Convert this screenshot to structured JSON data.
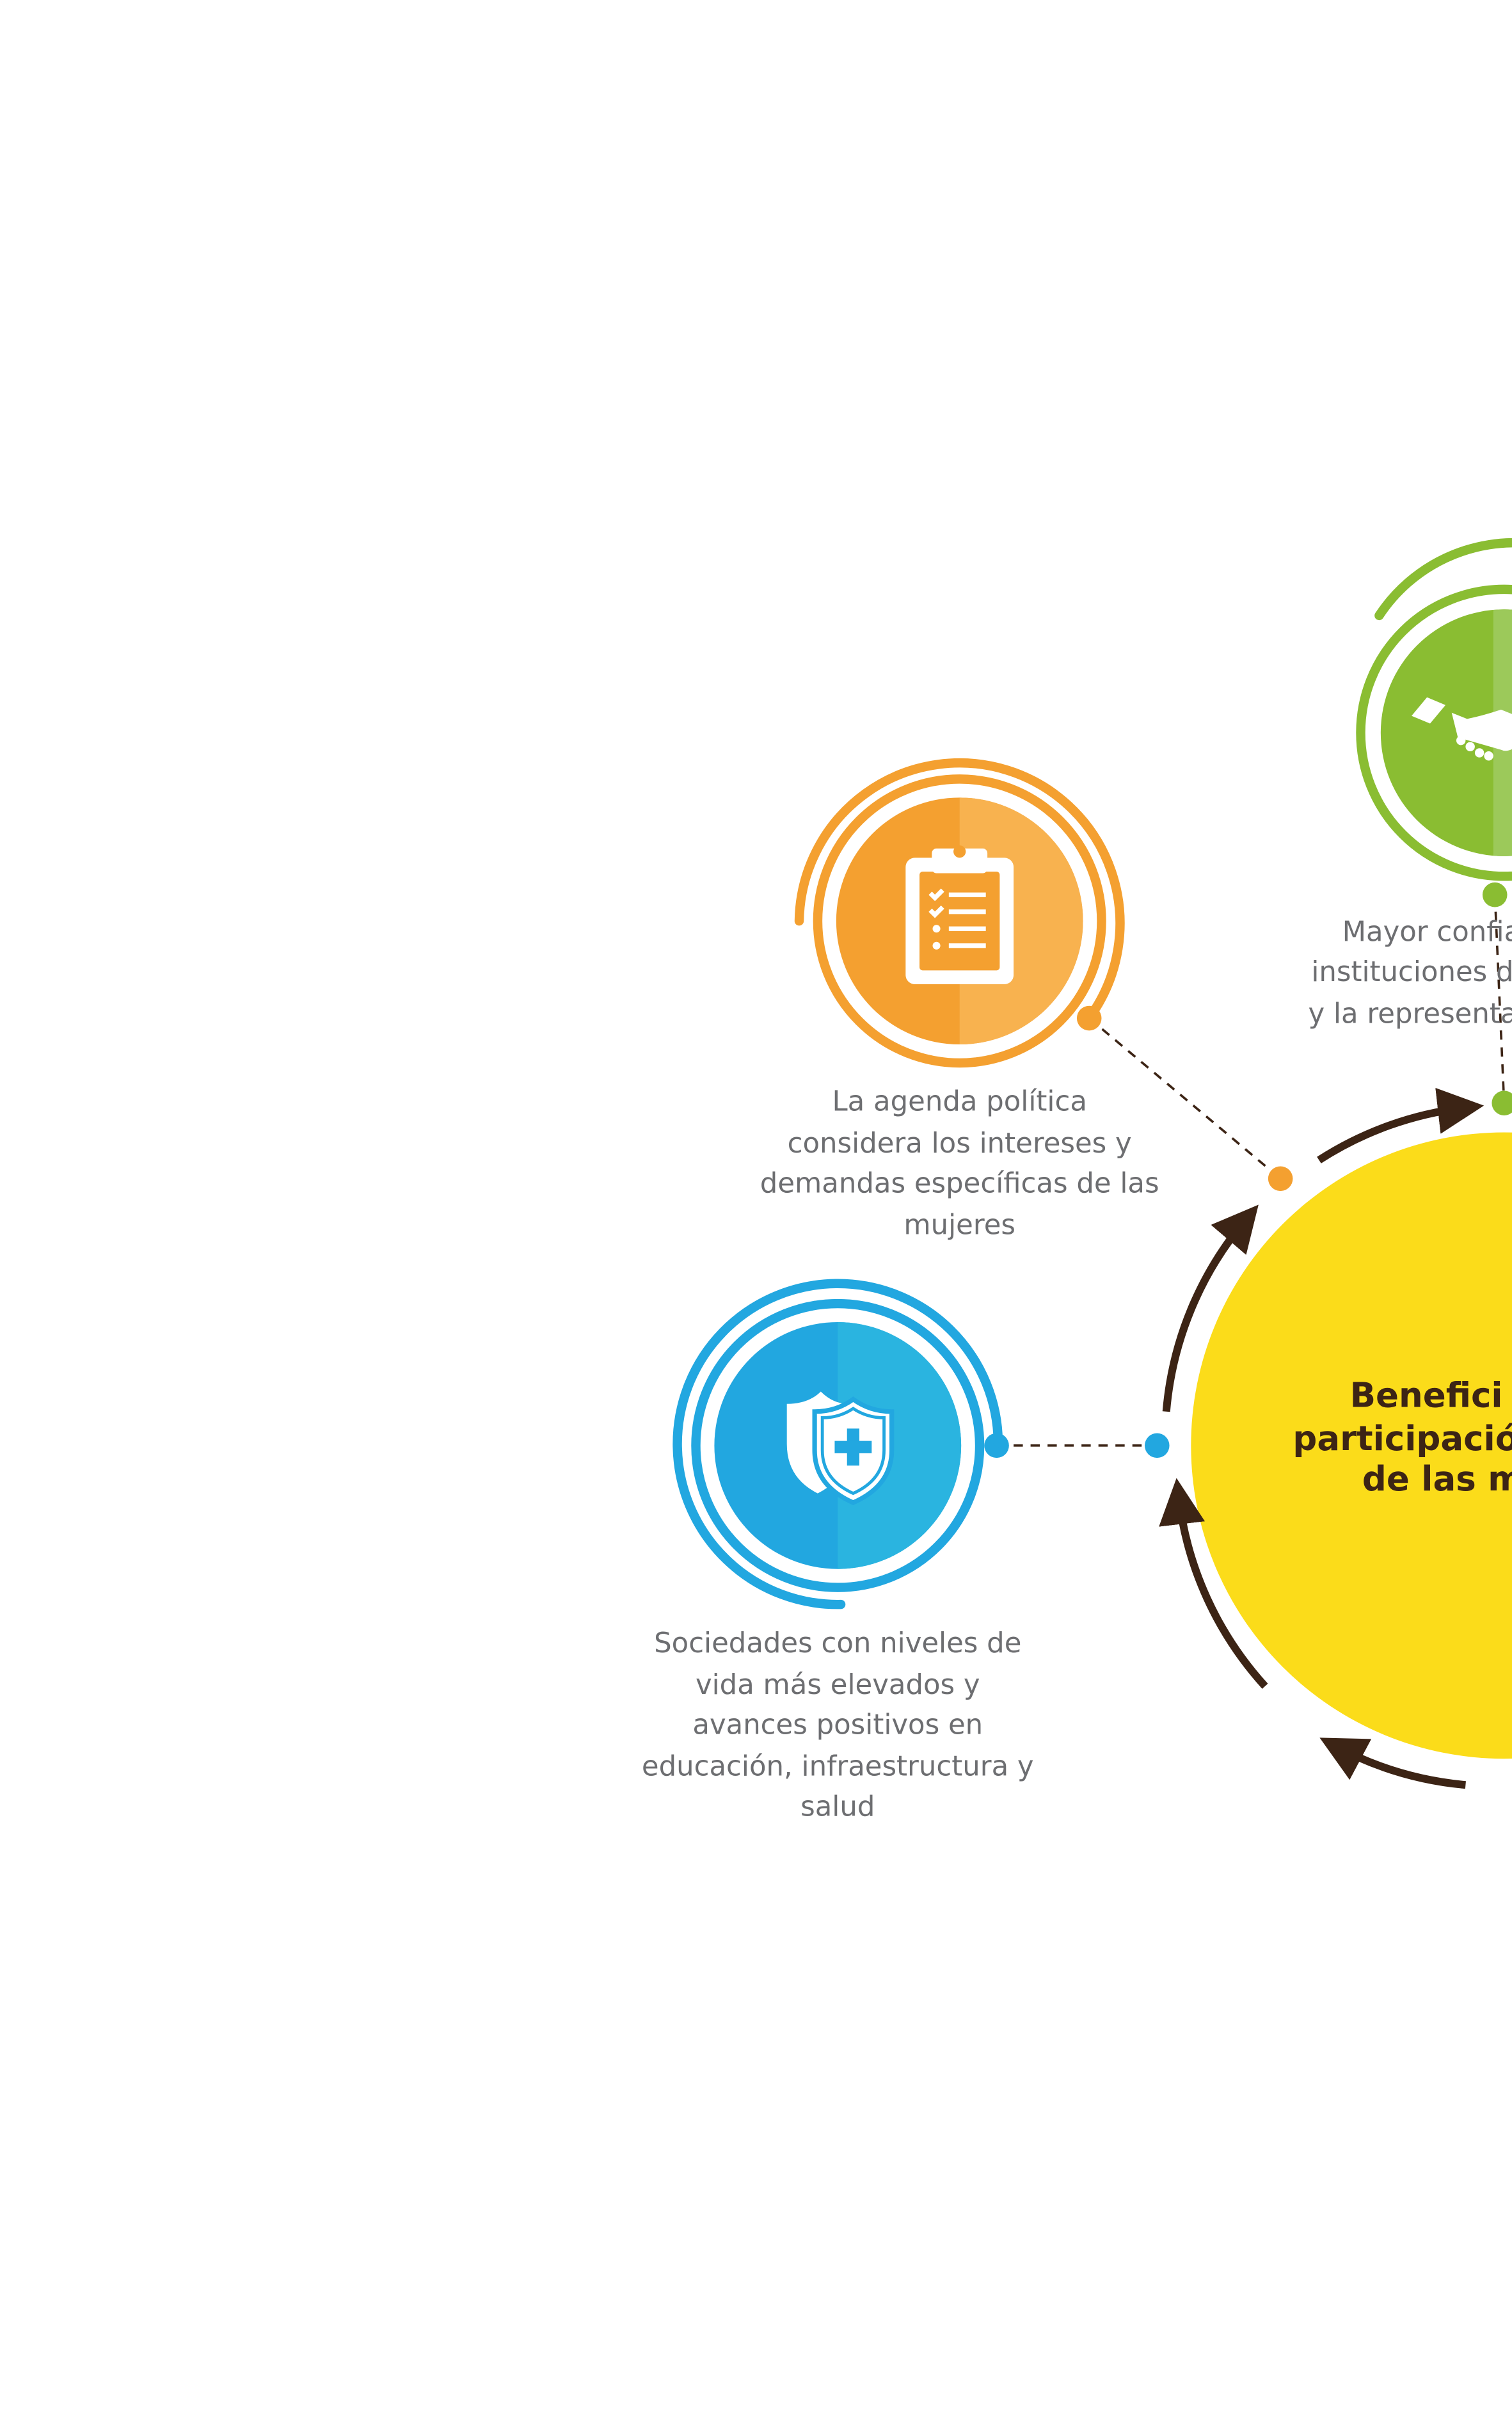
{
  "colors": {
    "orange": "#f4a030",
    "orange_light": "#f8b24f",
    "green": "#8abd32",
    "green_light": "#9cc95a",
    "blue": "#22a7e0",
    "blue_light": "#2ab4e0",
    "yellow": "#fbdc1a",
    "arrow": "#3c2415",
    "text": "#6d6e71"
  },
  "center": {
    "title_lines": [
      "Benefici",
      "participació",
      "de las m"
    ]
  },
  "nodes": {
    "agenda": {
      "icon": "clipboard-checklist-icon",
      "lines": [
        "La agenda política",
        "considera los intereses y",
        "demandas específicas de las",
        "mujeres"
      ]
    },
    "trust": {
      "icon": "handshake-icon",
      "lines": [
        "Mayor confia",
        "instituciones d",
        "y la representa"
      ]
    },
    "society": {
      "icon": "health-shield-icon",
      "lines": [
        "Sociedades con niveles de",
        "vida más elevados y",
        "avances positivos en",
        "educación, infraestructura y",
        "salud"
      ]
    }
  }
}
